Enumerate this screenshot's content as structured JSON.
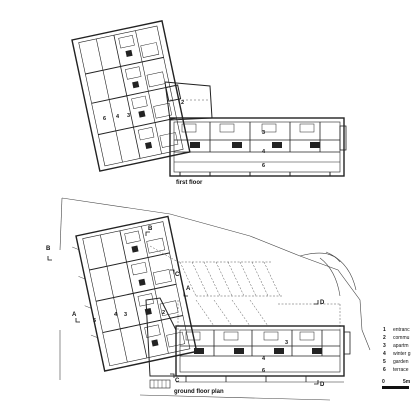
{
  "plans": {
    "first_floor": {
      "title": "first floor",
      "labels": [
        "2",
        "3",
        "4",
        "6",
        "4",
        "3",
        "6"
      ]
    },
    "ground_floor": {
      "title": "ground floor plan",
      "labels": [
        "4",
        "3",
        "5",
        "2",
        "3",
        "4",
        "6"
      ]
    }
  },
  "section_marks": [
    "A",
    "A",
    "B",
    "B",
    "C",
    "C",
    "D",
    "D"
  ],
  "legend": {
    "items": [
      {
        "num": "1",
        "label": "entranc"
      },
      {
        "num": "2",
        "label": "commu"
      },
      {
        "num": "3",
        "label": "apartm"
      },
      {
        "num": "4",
        "label": "winter g"
      },
      {
        "num": "5",
        "label": "garden"
      },
      {
        "num": "6",
        "label": "terrace"
      }
    ]
  },
  "scale_bar": {
    "start": "0",
    "end": "5m"
  },
  "colors": {
    "ink": "#111111",
    "line": "#222222",
    "dashed": "#555555",
    "background": "#ffffff"
  }
}
